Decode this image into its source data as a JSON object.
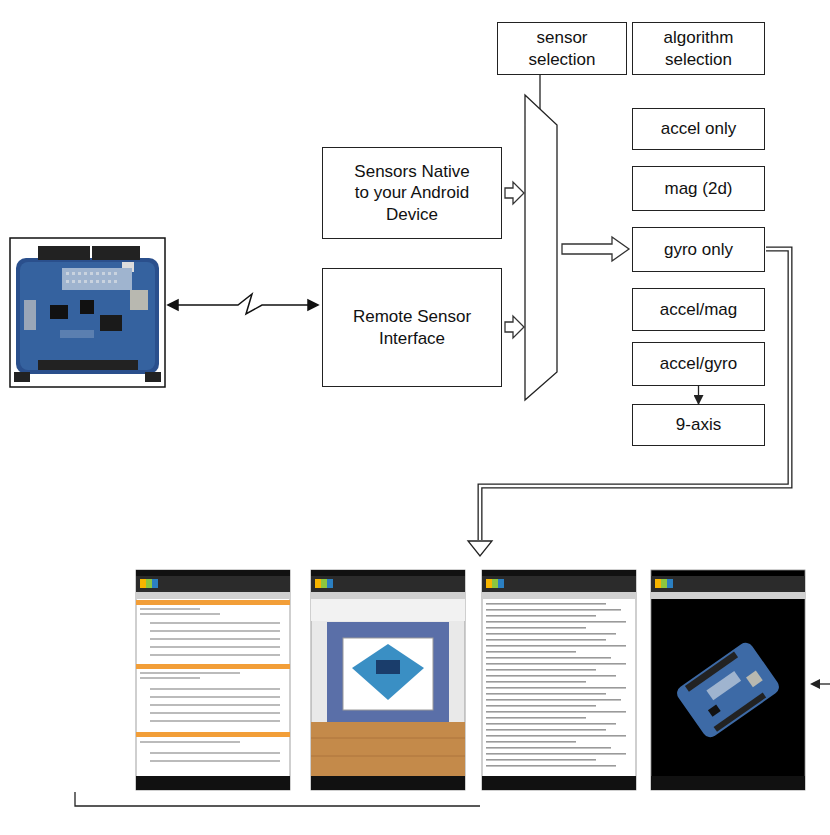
{
  "diagram": {
    "nodes": [
      {
        "text": [
          "sensor selection"
        ]
      },
      {
        "text": [
          "algorithm selection"
        ]
      },
      {
        "text": [
          "Sensors Native to your Android Device"
        ]
      },
      {
        "text": [
          "Remote Sensor Interface"
        ]
      },
      {
        "text": [
          "accel only"
        ]
      },
      {
        "text": [
          "mag (2d)"
        ]
      },
      {
        "text": [
          "gyro only"
        ]
      },
      {
        "text": [
          "accel/mag"
        ]
      },
      {
        "text": [
          "accel/gyro"
        ]
      },
      {
        "text": [
          "9-axis"
        ]
      }
    ],
    "edges": [
      {
        "from": 8,
        "to": 9,
        "arrow": "to"
      }
    ]
  }
}
